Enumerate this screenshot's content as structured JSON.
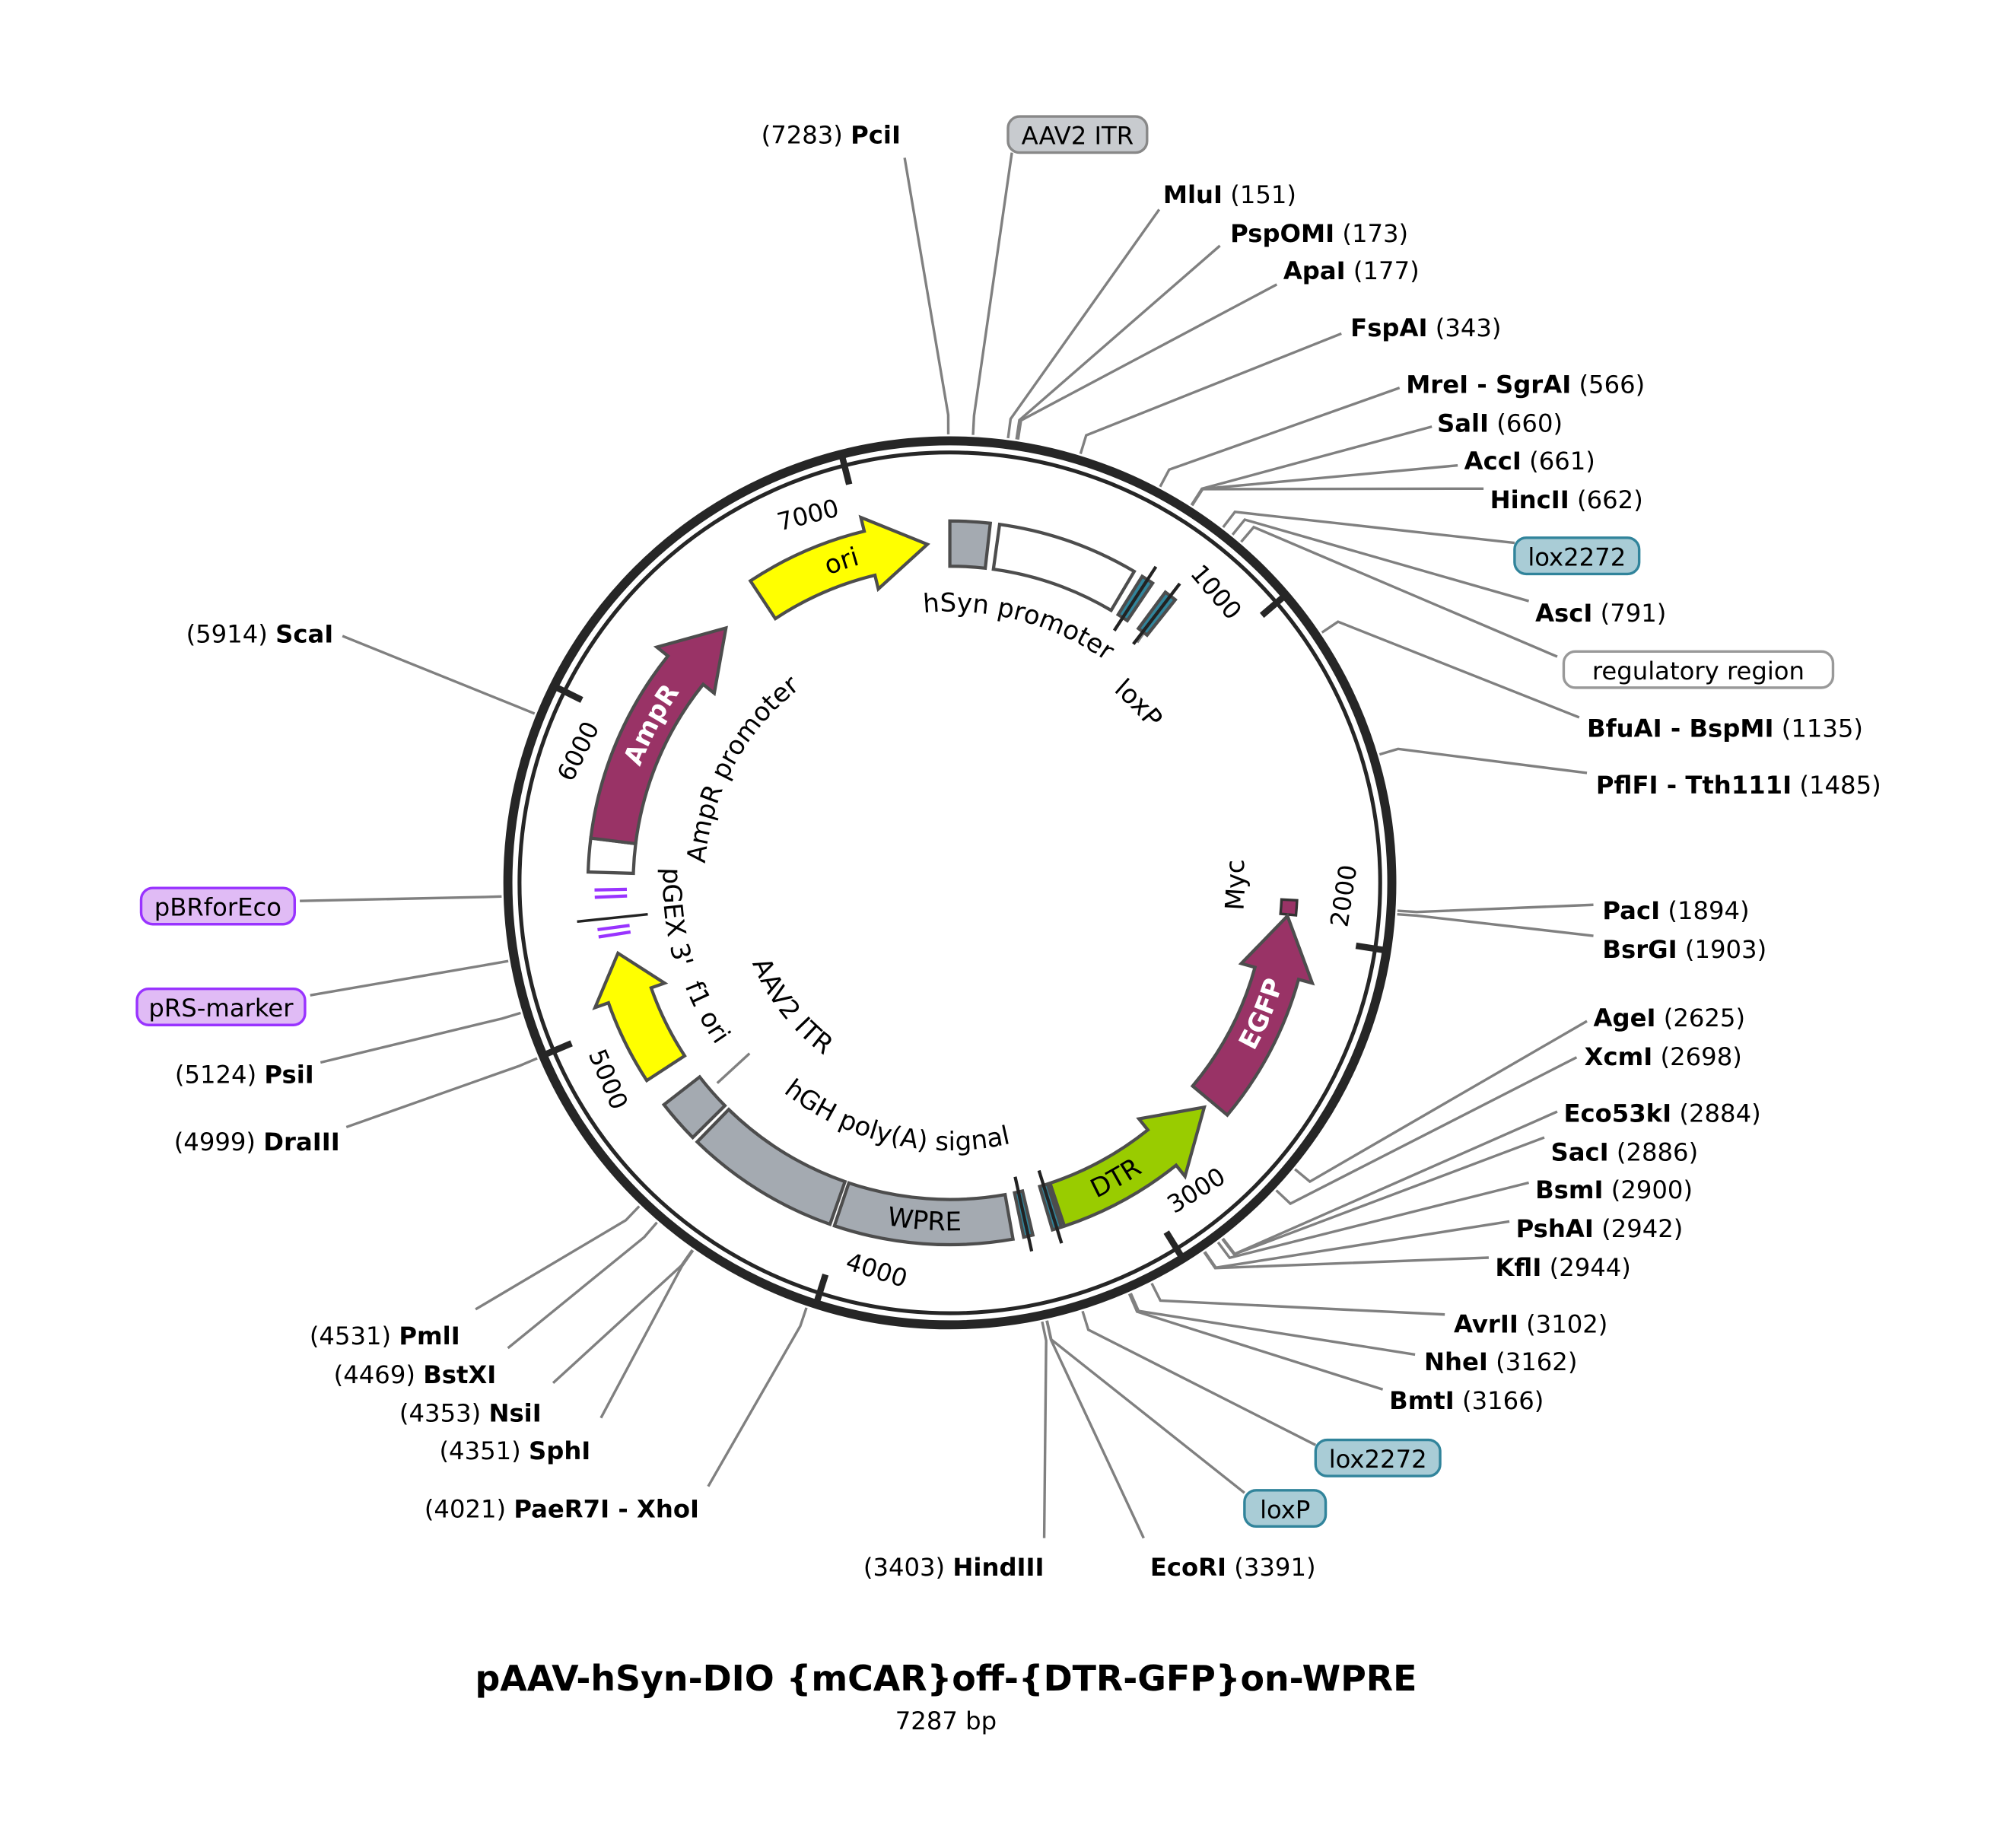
{
  "map": {
    "title": "pAAV-hSyn-DIO {mCAR}off-{DTR-GFP}on-WPRE",
    "length_label": "7287 bp",
    "length": 7287,
    "ticks": [
      "1000",
      "2000",
      "3000",
      "4000",
      "5000",
      "6000",
      "7000"
    ]
  },
  "colors": {
    "gray": "#a4aab1",
    "white": "#ffffff",
    "yellow": "#ffff00",
    "maroon": "#993366",
    "green": "#99cc00",
    "teal": "#31849b",
    "purple": "#9933ff",
    "callout_teal": "#a9ccd6",
    "callout_gray": "#c8cbcf",
    "callout_purple": "#e0bbf5"
  },
  "features": [
    {
      "name": "AAV2 ITR",
      "start": 0,
      "end": 130,
      "color": "gray",
      "dir": 0
    },
    {
      "name": "hSyn promoter",
      "start": 160,
      "end": 620,
      "color": "white",
      "dir": 0,
      "label": "hSyn promoter"
    },
    {
      "name": "loxP",
      "start": 650,
      "end": 690,
      "color": "teal",
      "dir": 0,
      "label": "loxP"
    },
    {
      "name": "lox2272",
      "start": 740,
      "end": 780,
      "color": "teal",
      "dir": 0
    },
    {
      "name": "Myc",
      "start": 1880,
      "end": 1930,
      "color": "maroon",
      "dir": 0,
      "label": "Myc"
    },
    {
      "name": "EGFP",
      "start": 1935,
      "end": 2630,
      "color": "maroon",
      "dir": -1,
      "label": "EGFP"
    },
    {
      "name": "DTR",
      "start": 2660,
      "end": 3270,
      "color": "green",
      "dir": -1,
      "label": "DTR"
    },
    {
      "name": "lox2272",
      "start": 3280,
      "end": 3310,
      "color": "teal",
      "dir": 0
    },
    {
      "name": "loxP",
      "start": 3375,
      "end": 3405,
      "color": "teal",
      "dir": 0
    },
    {
      "name": "WPRE",
      "start": 3440,
      "end": 4020,
      "color": "gray",
      "dir": 0,
      "label": "WPRE"
    },
    {
      "name": "hGH poly(A) signal",
      "start": 4035,
      "end": 4540,
      "color": "gray",
      "dir": 0,
      "label": "hGH poly(A) signal"
    },
    {
      "name": "AAV2 ITR",
      "start": 4560,
      "end": 4700,
      "color": "gray",
      "dir": 0,
      "label": "AAV2 ITR"
    },
    {
      "name": "f1 ori",
      "start": 4795,
      "end": 5223,
      "color": "yellow",
      "dir": 1,
      "label": "f1 ori"
    },
    {
      "name": "pGEX 3'",
      "start": 5330,
      "end": 5345,
      "color": "purple",
      "dir": 0,
      "label": "pGEX 3'"
    },
    {
      "name": "AmpR promoter",
      "start": 5500,
      "end": 5609,
      "color": "white",
      "dir": 0,
      "label": "AmpR promoter"
    },
    {
      "name": "AmpR",
      "start": 5609,
      "end": 6451,
      "color": "maroon",
      "dir": 1,
      "label": "AmpR"
    },
    {
      "name": "ori",
      "start": 6610,
      "end": 7210,
      "color": "yellow",
      "dir": 1,
      "label": "ori"
    }
  ],
  "enzymes": [
    {
      "name": "MluI",
      "pos": 151
    },
    {
      "name": "PspOMI",
      "pos": 173
    },
    {
      "name": "ApaI",
      "pos": 177
    },
    {
      "name": "FspAI",
      "pos": 343
    },
    {
      "name": "MreI - SgrAI",
      "pos": 566
    },
    {
      "name": "SalI",
      "pos": 660
    },
    {
      "name": "AccI",
      "pos": 661
    },
    {
      "name": "HincII",
      "pos": 662
    },
    {
      "name": "AscI",
      "pos": 791
    },
    {
      "name": "BfuAI - BspMI",
      "pos": 1135
    },
    {
      "name": "PflFI - Tth111I",
      "pos": 1485
    },
    {
      "name": "PacI",
      "pos": 1894
    },
    {
      "name": "BsrGI",
      "pos": 1903
    },
    {
      "name": "AgeI",
      "pos": 2625
    },
    {
      "name": "XcmI",
      "pos": 2698
    },
    {
      "name": "Eco53kI",
      "pos": 2884
    },
    {
      "name": "SacI",
      "pos": 2886
    },
    {
      "name": "BsmI",
      "pos": 2900
    },
    {
      "name": "PshAI",
      "pos": 2942
    },
    {
      "name": "KflI",
      "pos": 2944
    },
    {
      "name": "AvrII",
      "pos": 3102
    },
    {
      "name": "NheI",
      "pos": 3162
    },
    {
      "name": "BmtI",
      "pos": 3166
    },
    {
      "name": "EcoRI",
      "pos": 3391
    },
    {
      "name": "HindIII",
      "pos": 3403
    },
    {
      "name": "PaeR7I - XhoI",
      "pos": 4021
    },
    {
      "name": "SphI",
      "pos": 4351
    },
    {
      "name": "NsiI",
      "pos": 4353
    },
    {
      "name": "BstXI",
      "pos": 4469
    },
    {
      "name": "PmlI",
      "pos": 4531
    },
    {
      "name": "DraIII",
      "pos": 4999
    },
    {
      "name": "PsiI",
      "pos": 5124
    },
    {
      "name": "ScaI",
      "pos": 5914
    },
    {
      "name": "PciI",
      "pos": 7283
    }
  ],
  "callouts": [
    {
      "name": "AAV2 ITR",
      "pos": 60,
      "color": "callout_gray",
      "border": "#888888"
    },
    {
      "name": "lox2272",
      "pos": 760,
      "color": "callout_teal",
      "border": "#31849b"
    },
    {
      "name": "regulatory region",
      "pos": 820,
      "color": "white",
      "border": "#999999"
    },
    {
      "name": "lox2272",
      "pos": 3295,
      "color": "callout_teal",
      "border": "#31849b"
    },
    {
      "name": "loxP",
      "pos": 3390,
      "color": "callout_teal",
      "border": "#31849b"
    },
    {
      "name": "pRS-marker",
      "pos": 5262,
      "color": "callout_purple",
      "border": "#9933ff"
    },
    {
      "name": "pBRforEco",
      "pos": 5430,
      "color": "callout_purple",
      "border": "#9933ff"
    }
  ]
}
